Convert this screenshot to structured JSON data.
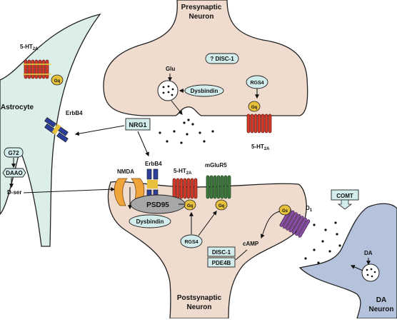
{
  "labels": {
    "presynaptic": [
      "Presynaptic",
      "Neuron"
    ],
    "postsynaptic": [
      "Postsynaptic",
      "Neuron"
    ],
    "astrocyte": "Astrocyte",
    "da_neuron": [
      "DA",
      "Neuron"
    ],
    "glu": "Glu",
    "disc1_unknown": "? DISC-1",
    "dysbindin_pre": "Dysbindin",
    "rgs4_pre": "RGS4",
    "gq_pre": "Gq",
    "ht2a_pre": "5-HT",
    "ht2a_pre_sub": "2A",
    "ht2a_astro": "5-HT",
    "ht2a_astro_sub": "2A",
    "gq_astro": "Gq",
    "erbb4_astro": "ErbB4",
    "nrg1": "NRG1",
    "g72": "G72",
    "daao": "DAAO",
    "dser": "D-ser",
    "nmda": "NMDA",
    "erbb4_post": "ErbB4",
    "ht2a_post": "5-HT",
    "ht2a_post_sub": "2A",
    "mglur5": "mGluR5",
    "psd95": "PSD95",
    "dysbindin_post": "Dysbindin",
    "gq_post1": "Gq",
    "gq_post2": "Gq",
    "rgs4_post": "RGS4",
    "gs": "Gs",
    "d1": "D",
    "d1_sub": "1",
    "camp": "cAMP",
    "disc1": "DISC-1",
    "pde4b": "PDE4B",
    "comt": "COMT",
    "da": "DA"
  },
  "colors": {
    "neuron_fill": "#efdccf",
    "astrocyte_fill": "#dbeee8",
    "da_neuron_fill": "#b4c2dc",
    "box_fill": "#d3ecec",
    "red_receptor": "#d83a2a",
    "green_receptor": "#3e7a3e",
    "purple_receptor": "#8a4fa5",
    "blue_receptor": "#2c3f9a",
    "orange_channel": "#f0a53a",
    "g_protein": "#e8c13c",
    "psd95_fill": "#a7a7a7"
  }
}
